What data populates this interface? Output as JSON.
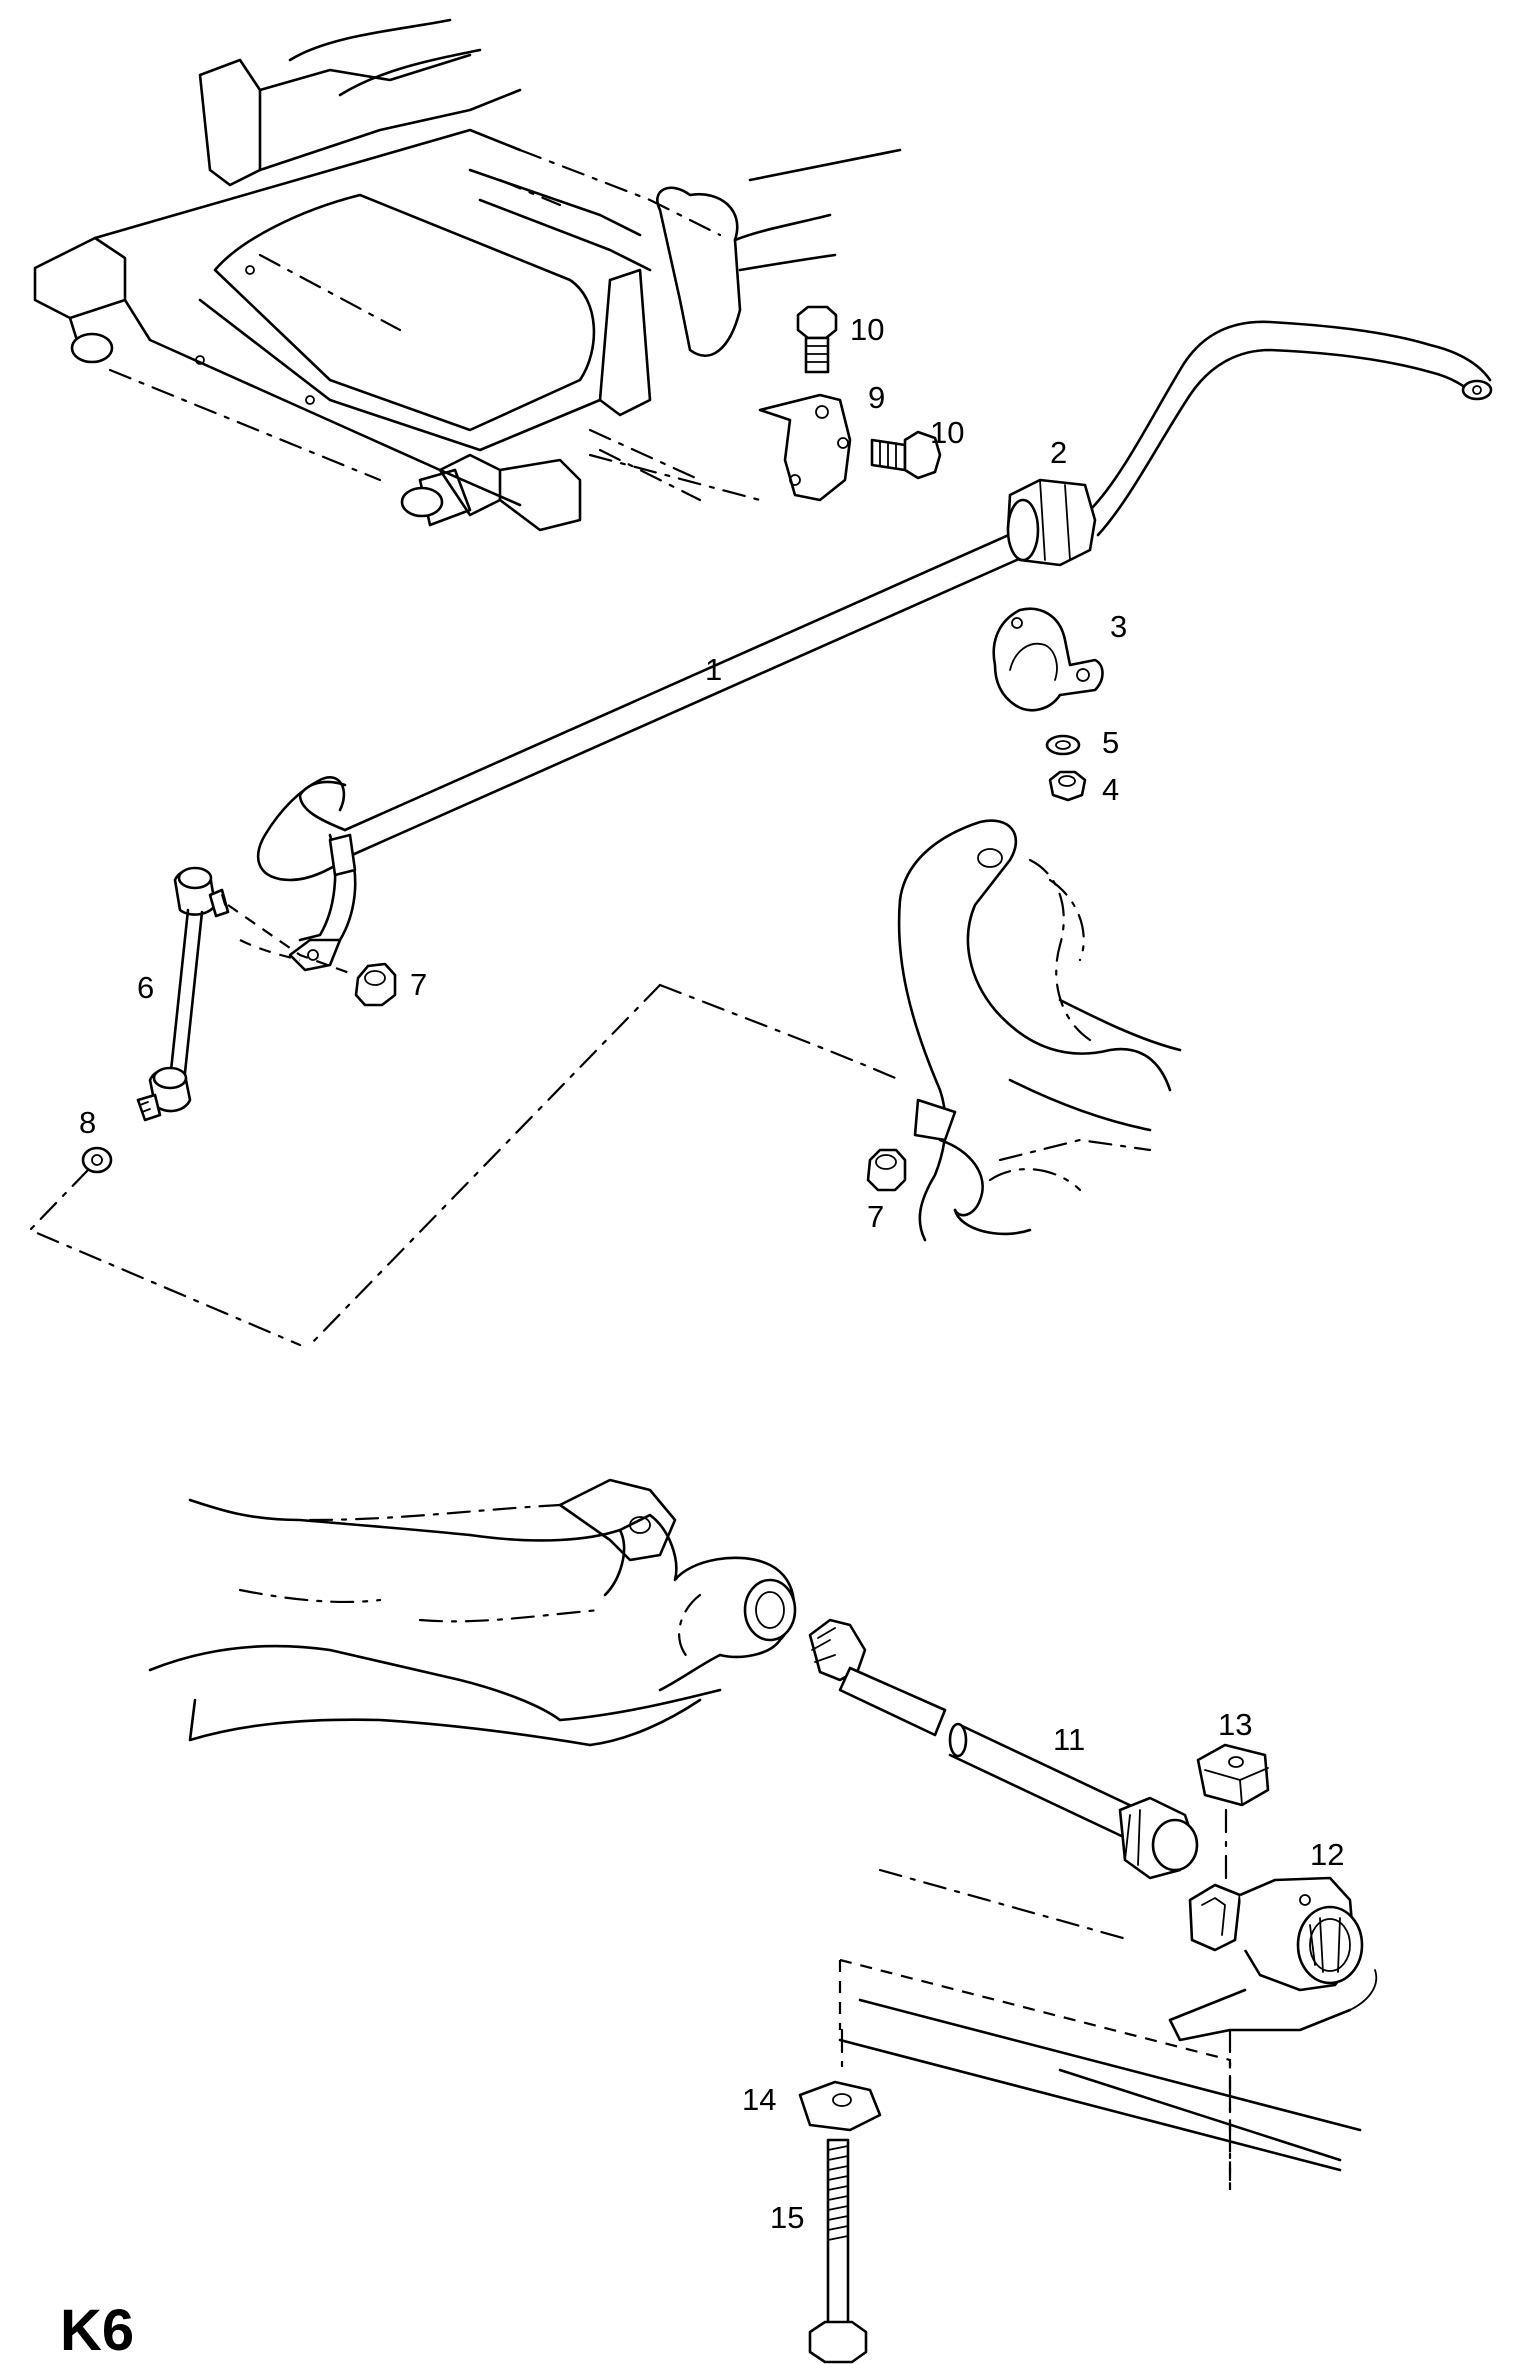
{
  "page_id": "K6",
  "callouts": {
    "c1": "1",
    "c2": "2",
    "c3": "3",
    "c4": "4",
    "c5": "5",
    "c6": "6",
    "c7a": "7",
    "c7b": "7",
    "c8": "8",
    "c9": "9",
    "c10a": "10",
    "c10b": "10",
    "c11": "11",
    "c12": "12",
    "c13": "13",
    "c14": "14",
    "c15": "15"
  }
}
